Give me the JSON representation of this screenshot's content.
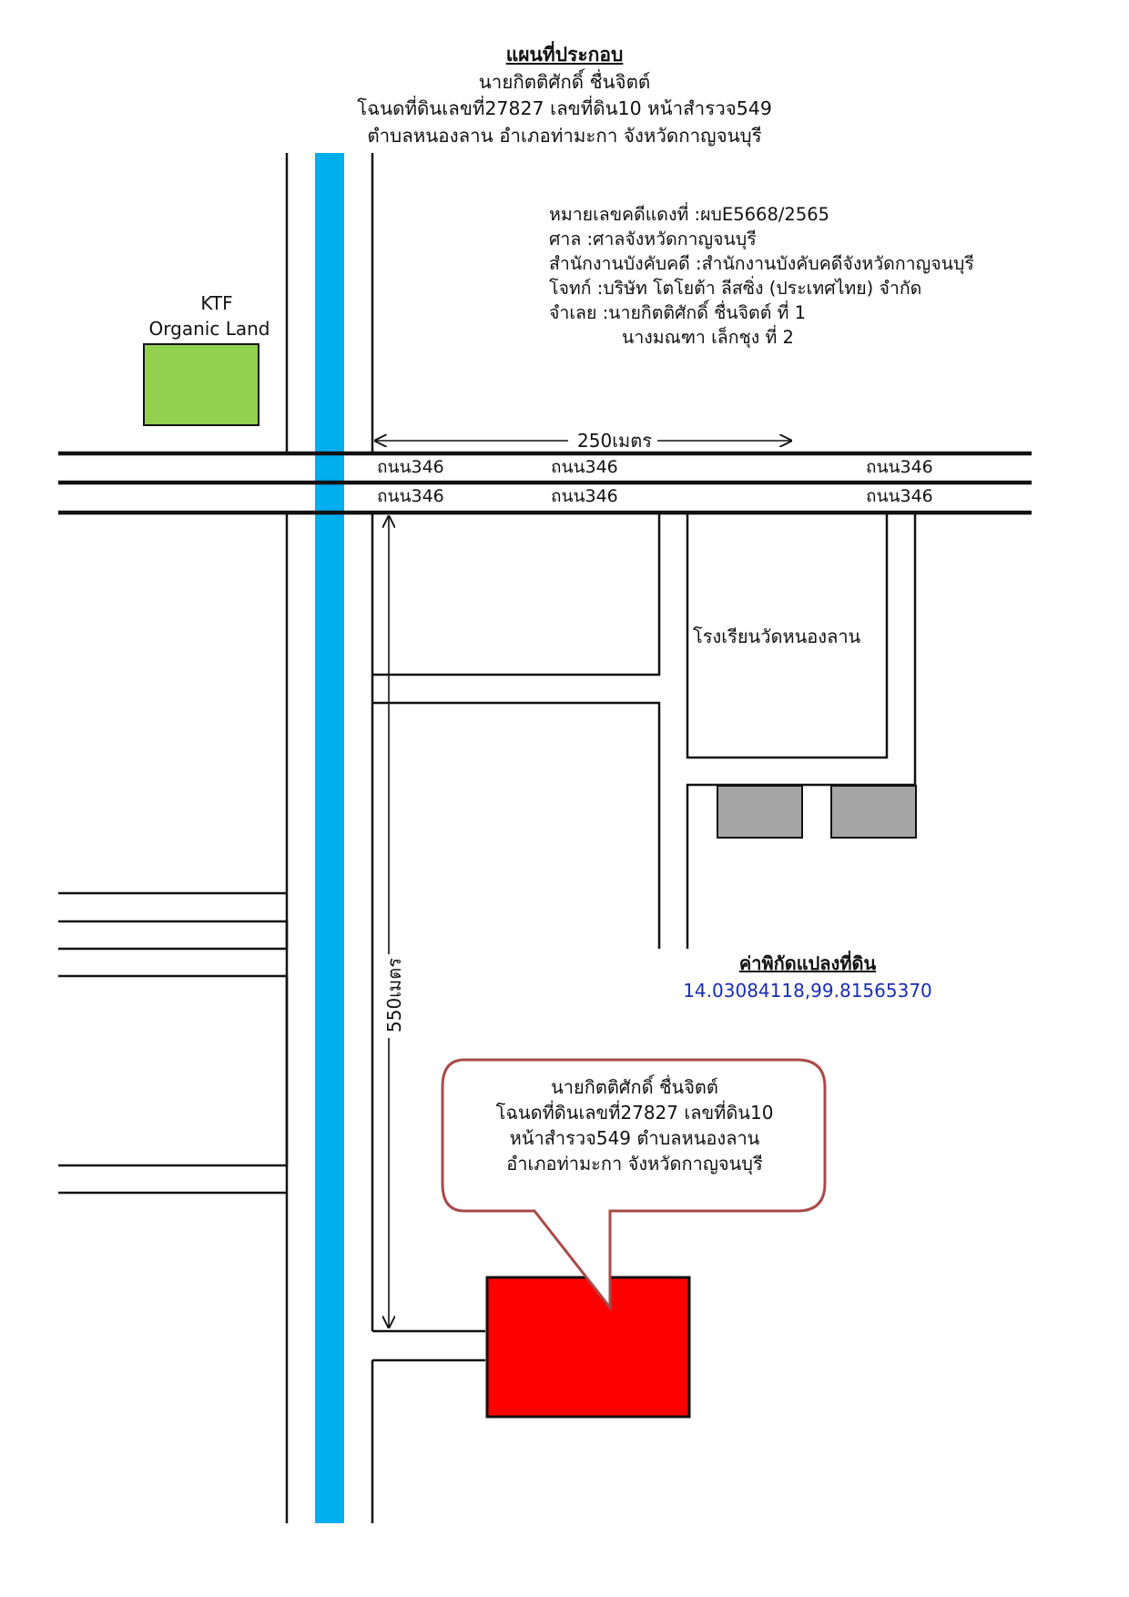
{
  "header": {
    "title": "แผนที่ประกอบ",
    "owner": "นายกิตติศักดิ์ ชื่นจิตต์",
    "deed": "โฉนดที่ดินเลขที่27827 เลขที่ดิน10 หน้าสำรวจ549",
    "location": "ตำบลหนองลาน อำเภอท่ามะกา จังหวัดกาญจนบุรี"
  },
  "case_info": {
    "line1": "หมายเลขคดีแดงที่ :ผบE5668/2565",
    "line2": "ศาล :ศาลจังหวัดกาญจนบุรี",
    "line3": "สำนักงานบังคับคดี :สำนักงานบังคับคดีจังหวัดกาญจนบุรี",
    "line4": "โจทก์ :บริษัท โตโยต้า ลีสซิ่ง (ประเทศไทย) จำกัด",
    "line5": "จำเลย :นายกิตติศักดิ์ ชื่นจิตต์ ที่ 1",
    "line6": "นางมณฑา เล็กชุง ที่ 2"
  },
  "landmarks": {
    "ktf_line1": "KTF",
    "ktf_line2": "Organic Land",
    "school": "โรงเรียนวัดหนองลาน"
  },
  "roads": {
    "road_name": "ถนน346"
  },
  "distances": {
    "horizontal": "250เมตร",
    "vertical": "550เมตร"
  },
  "coordinates": {
    "label": "ค่าพิกัดแปลงที่ดิน",
    "value": "14.03084118,99.81565370"
  },
  "callout": {
    "line1": "นายกิตติศักดิ์ ชื่นจิตต์",
    "line2": "โฉนดที่ดินเลขที่27827 เลขที่ดิน10",
    "line3": "หน้าสำรวจ549 ตำบลหนองลาน",
    "line4": "อำเภอท่ามะกา จังหวัดกาญจนบุรี"
  },
  "colors": {
    "canal": "#00adef",
    "landmark": "#92d050",
    "parcel": "#ff0000",
    "building": "#a6a6a6",
    "callout_border": "#a94a4a",
    "coordinate_text": "#1a2db0"
  }
}
